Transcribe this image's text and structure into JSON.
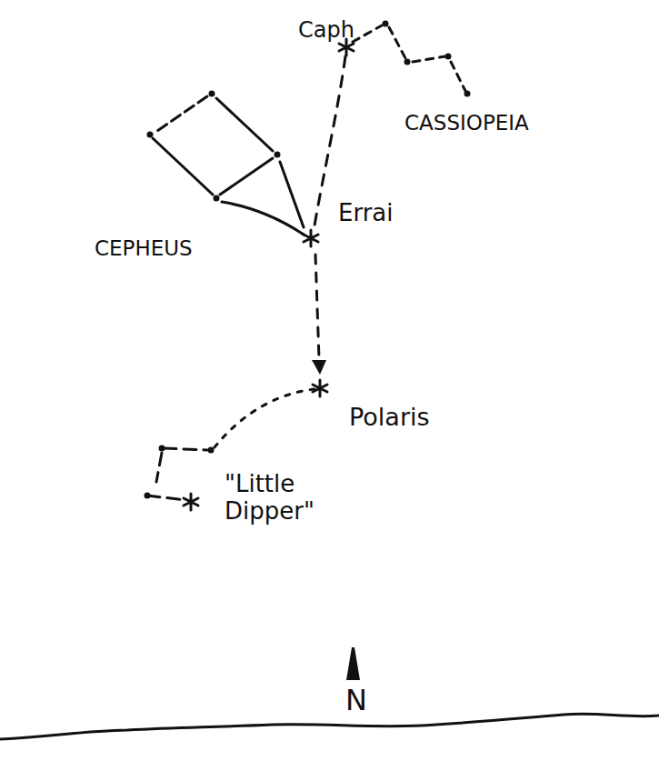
{
  "diagram": {
    "labels": [
      "Caph",
      "CASSIOPEIA",
      "Errai",
      "CEPHEUS",
      "Polaris",
      "\"Little Dipper\"",
      "N"
    ]
  }
}
